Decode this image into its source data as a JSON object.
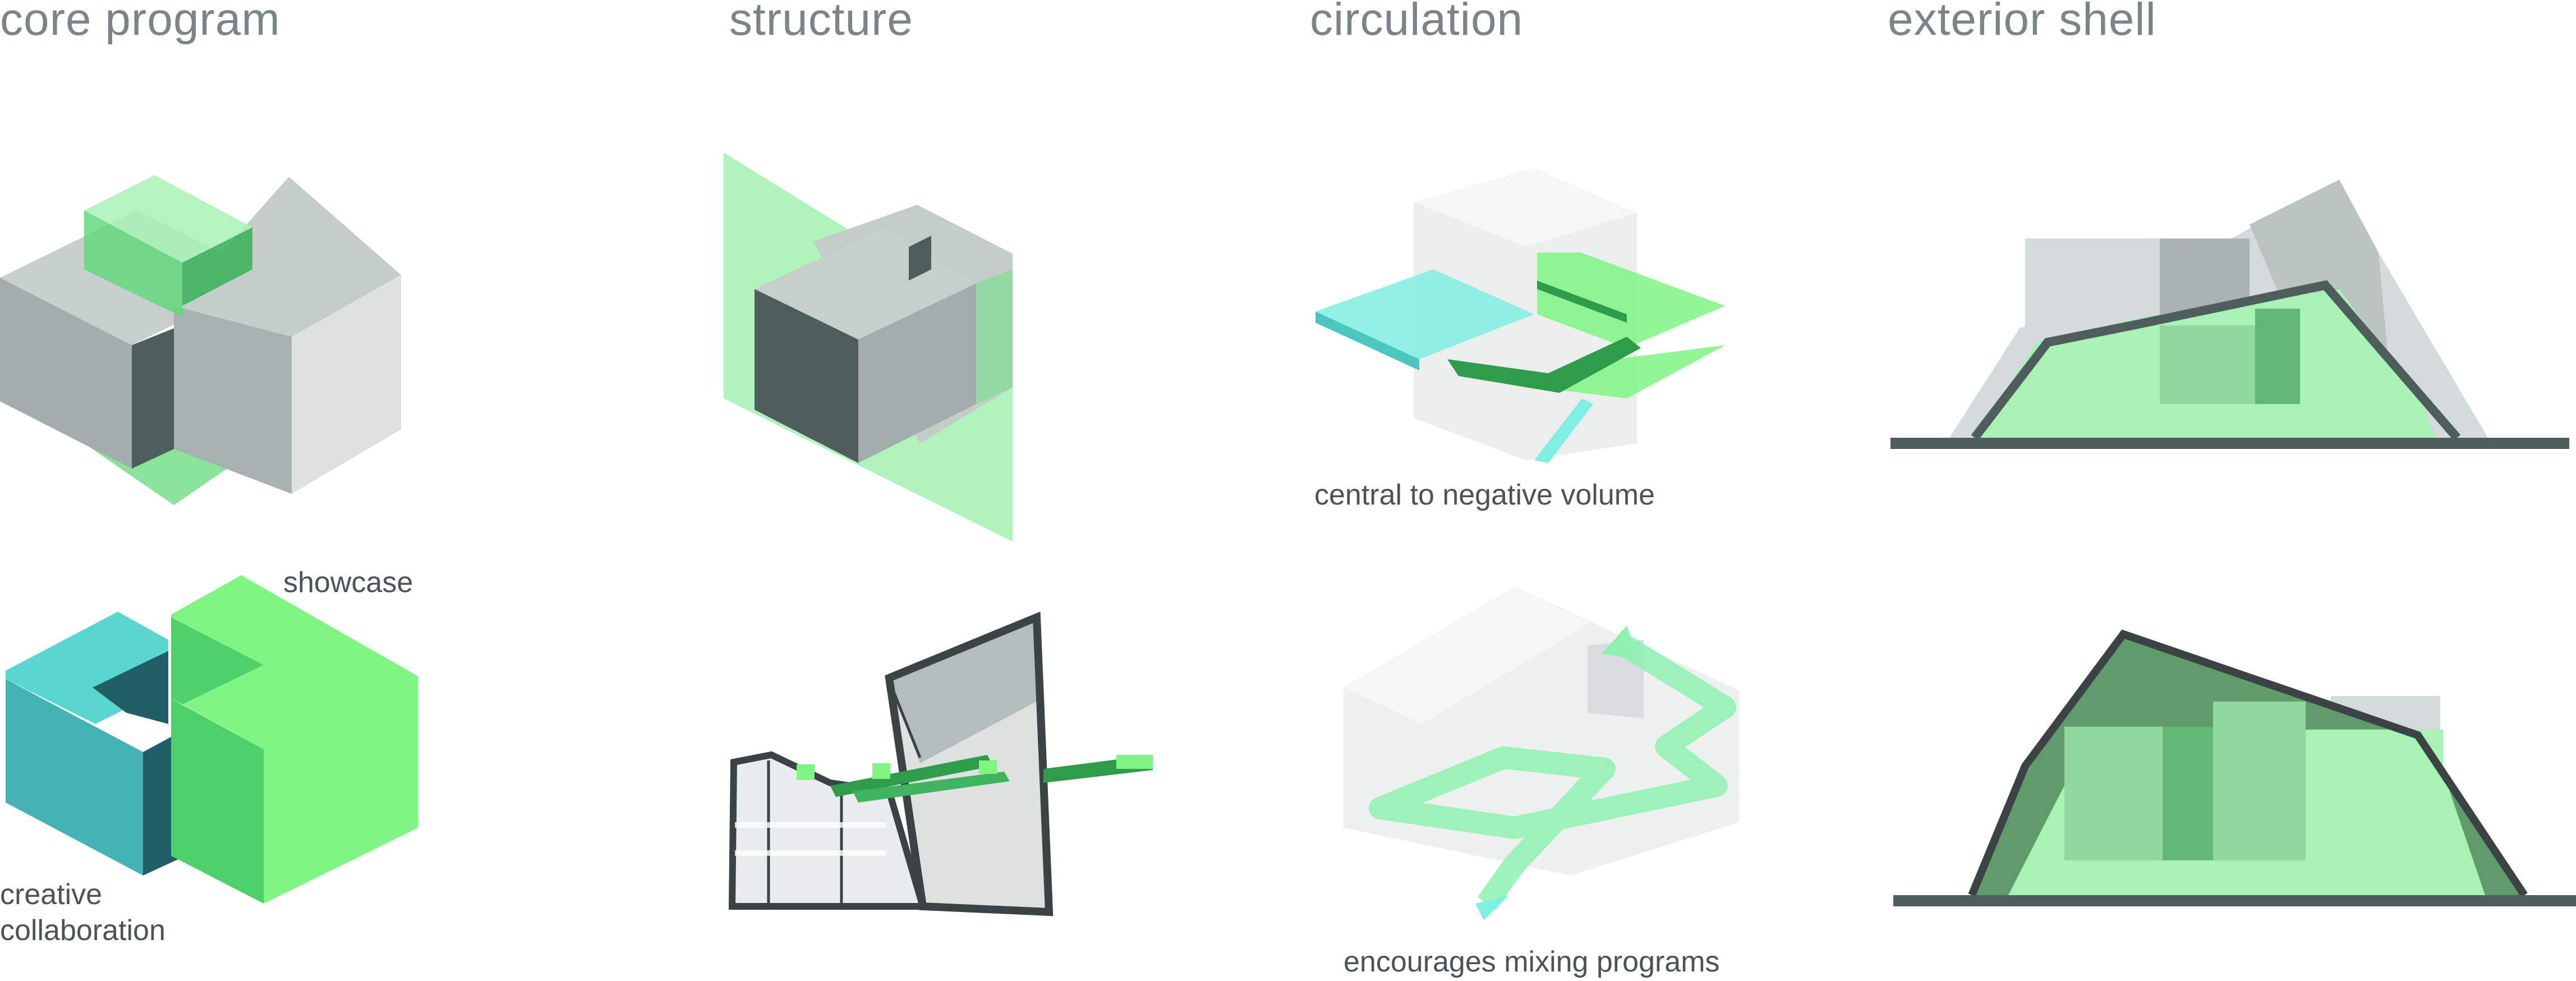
{
  "headers": {
    "core_program": "core program",
    "structure": "structure",
    "circulation": "circulation",
    "exterior_shell": "exterior shell"
  },
  "labels": {
    "showcase": "showcase",
    "creative_line1": "creative",
    "creative_line2": "collaboration",
    "central_negative": "central to negative volume",
    "mixing_programs": "encourages mixing programs"
  },
  "colors": {
    "heading_text": "#7b8486",
    "label_text": "#4b5356",
    "gray_light": "#dde2e1",
    "gray_mid": "#a6b1af",
    "gray_dark": "#505d5d",
    "green_light": "#a8f2b5",
    "green_mid": "#63d97a",
    "green_dark": "#2f9c4b",
    "teal": "#5ad6d1",
    "teal_dark": "#215e66"
  }
}
